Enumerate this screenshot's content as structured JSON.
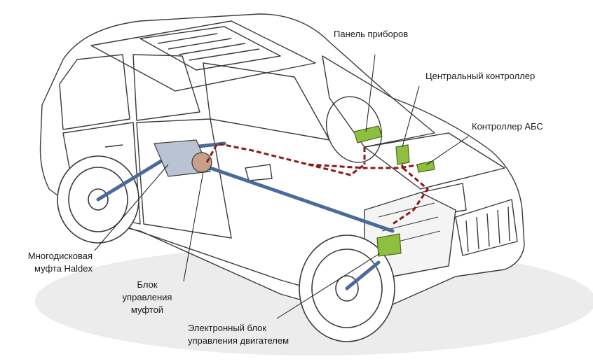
{
  "labels": {
    "instrument_panel": "Панель приборов",
    "central_controller": "Центральный контроллер",
    "abs_controller": "Контроллер АБС",
    "haldex_line1": "Многодисковая",
    "haldex_line2": "муфта Haldex",
    "clutch_unit_line1": "Блок",
    "clutch_unit_line2": "управления",
    "clutch_unit_line3": "муфтой",
    "ecu_line1": "Электронный блок",
    "ecu_line2": "управления двигателем"
  },
  "colors": {
    "outline": "#3a3a3a",
    "module_green": "#8fbf3f",
    "can_bus_red": "#8b1a1a",
    "shadow": "#e6e6e6",
    "driveshaft_blue": "#4a6a9a"
  }
}
